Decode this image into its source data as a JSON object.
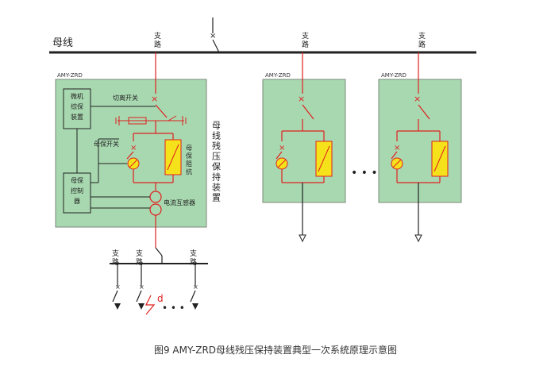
{
  "busbar_label": "母线",
  "branch_label": "支路",
  "unit_title": "AMY-ZRD",
  "device": {
    "computer": "微机综保装置",
    "controller": "母保控制器",
    "isolator": "切离开关",
    "bus_switch": "母保开关",
    "resistor": "母保阻抗",
    "ct": "电流互感器",
    "device_name": "母线残压保持装置"
  },
  "fault_label": "d",
  "ellipsis": "• • •",
  "caption": "图9 AMY-ZRD母线残压保持装置典型一次系统原理示意图",
  "colors": {
    "bus": "#222222",
    "red": "#e02020",
    "panel": "#a8d8b0",
    "panel_border": "#7a8a7a",
    "yellow": "#f5e21a"
  }
}
